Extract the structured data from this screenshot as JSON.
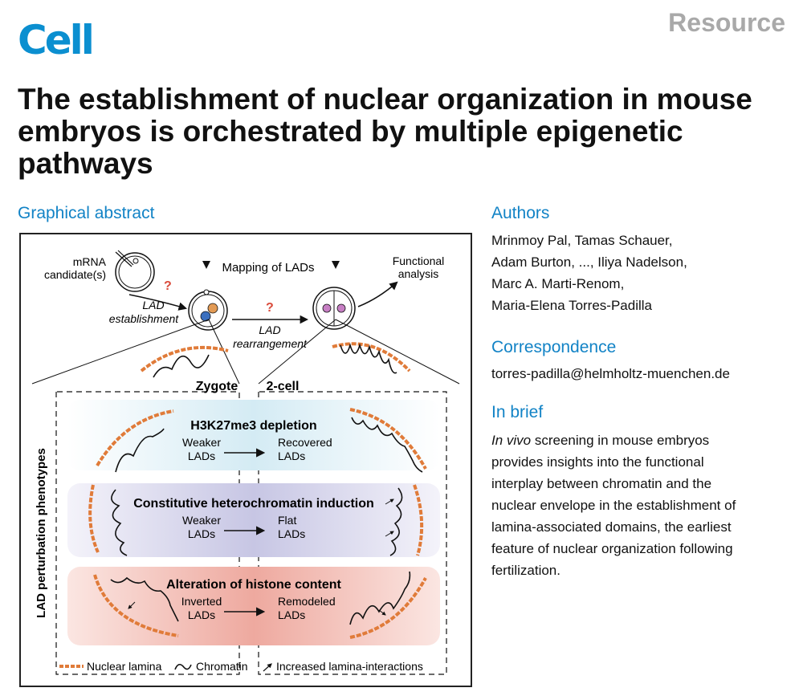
{
  "journal": "Cell",
  "article_type": "Resource",
  "title_lines": [
    "The establishment of nuclear organization in mouse",
    "embryos is orchestrated by multiple epigenetic",
    "pathways"
  ],
  "sections": {
    "graphical_abstract": "Graphical abstract",
    "authors": "Authors",
    "correspondence": "Correspondence",
    "in_brief": "In brief"
  },
  "authors_lines": [
    "Mrinmoy Pal, Tamas Schauer,",
    "Adam Burton, ..., Iliya Nadelson,",
    "Marc A. Marti-Renom,",
    "Maria-Elena Torres-Padilla"
  ],
  "correspondence_email": "torres-padilla@helmholtz-muenchen.de",
  "in_brief": {
    "italic_lead": "In vivo",
    "first_line_rest": " screening in mouse embryos",
    "lines": [
      "provides insights into the functional",
      "interplay between chromatin and the",
      "nuclear envelope in the establishment of",
      "lamina-associated domains, the earliest",
      "feature of nuclear organization following",
      "fertilization."
    ]
  },
  "abstract": {
    "mrna_line1": "mRNA",
    "mrna_line2": "candidate(s)",
    "question_mark": "?",
    "lad_establishment_line1": "LAD",
    "lad_establishment_line2": "establishment",
    "mapping": "Mapping of LADs",
    "functional_line1": "Functional",
    "functional_line2": "analysis",
    "lad_rearrangement_line1": "LAD",
    "lad_rearrangement_line2": "rearrangement",
    "zygote": "Zygote",
    "two_cell": "2-cell",
    "side_label": "LAD perturbation phenotypes",
    "panels": [
      {
        "title": "H3K27me3 depletion",
        "left_line1": "Weaker",
        "left_line2": "LADs",
        "right_line1": "Recovered",
        "right_line2": "LADs",
        "color": "#d4ebf4"
      },
      {
        "title": "Constitutive heterochromatin induction",
        "left_line1": "Weaker",
        "left_line2": "LADs",
        "right_line1": "Flat",
        "right_line2": "LADs",
        "color": "#c7c6e4"
      },
      {
        "title": "Alteration of histone content",
        "left_line1": "Inverted",
        "left_line2": "LADs",
        "right_line1": "Remodeled",
        "right_line2": "LADs",
        "color": "#eea99f"
      }
    ],
    "legend": {
      "lamina": "Nuclear lamina",
      "chromatin": "Chromatin",
      "increased": "Increased lamina-interactions"
    },
    "colors": {
      "lamina": "#e07b39",
      "question": "#d94b3b",
      "maternal": "#3a6fbf",
      "paternal": "#e39b55",
      "two_cell_nuclei": "#c77fc4"
    }
  }
}
